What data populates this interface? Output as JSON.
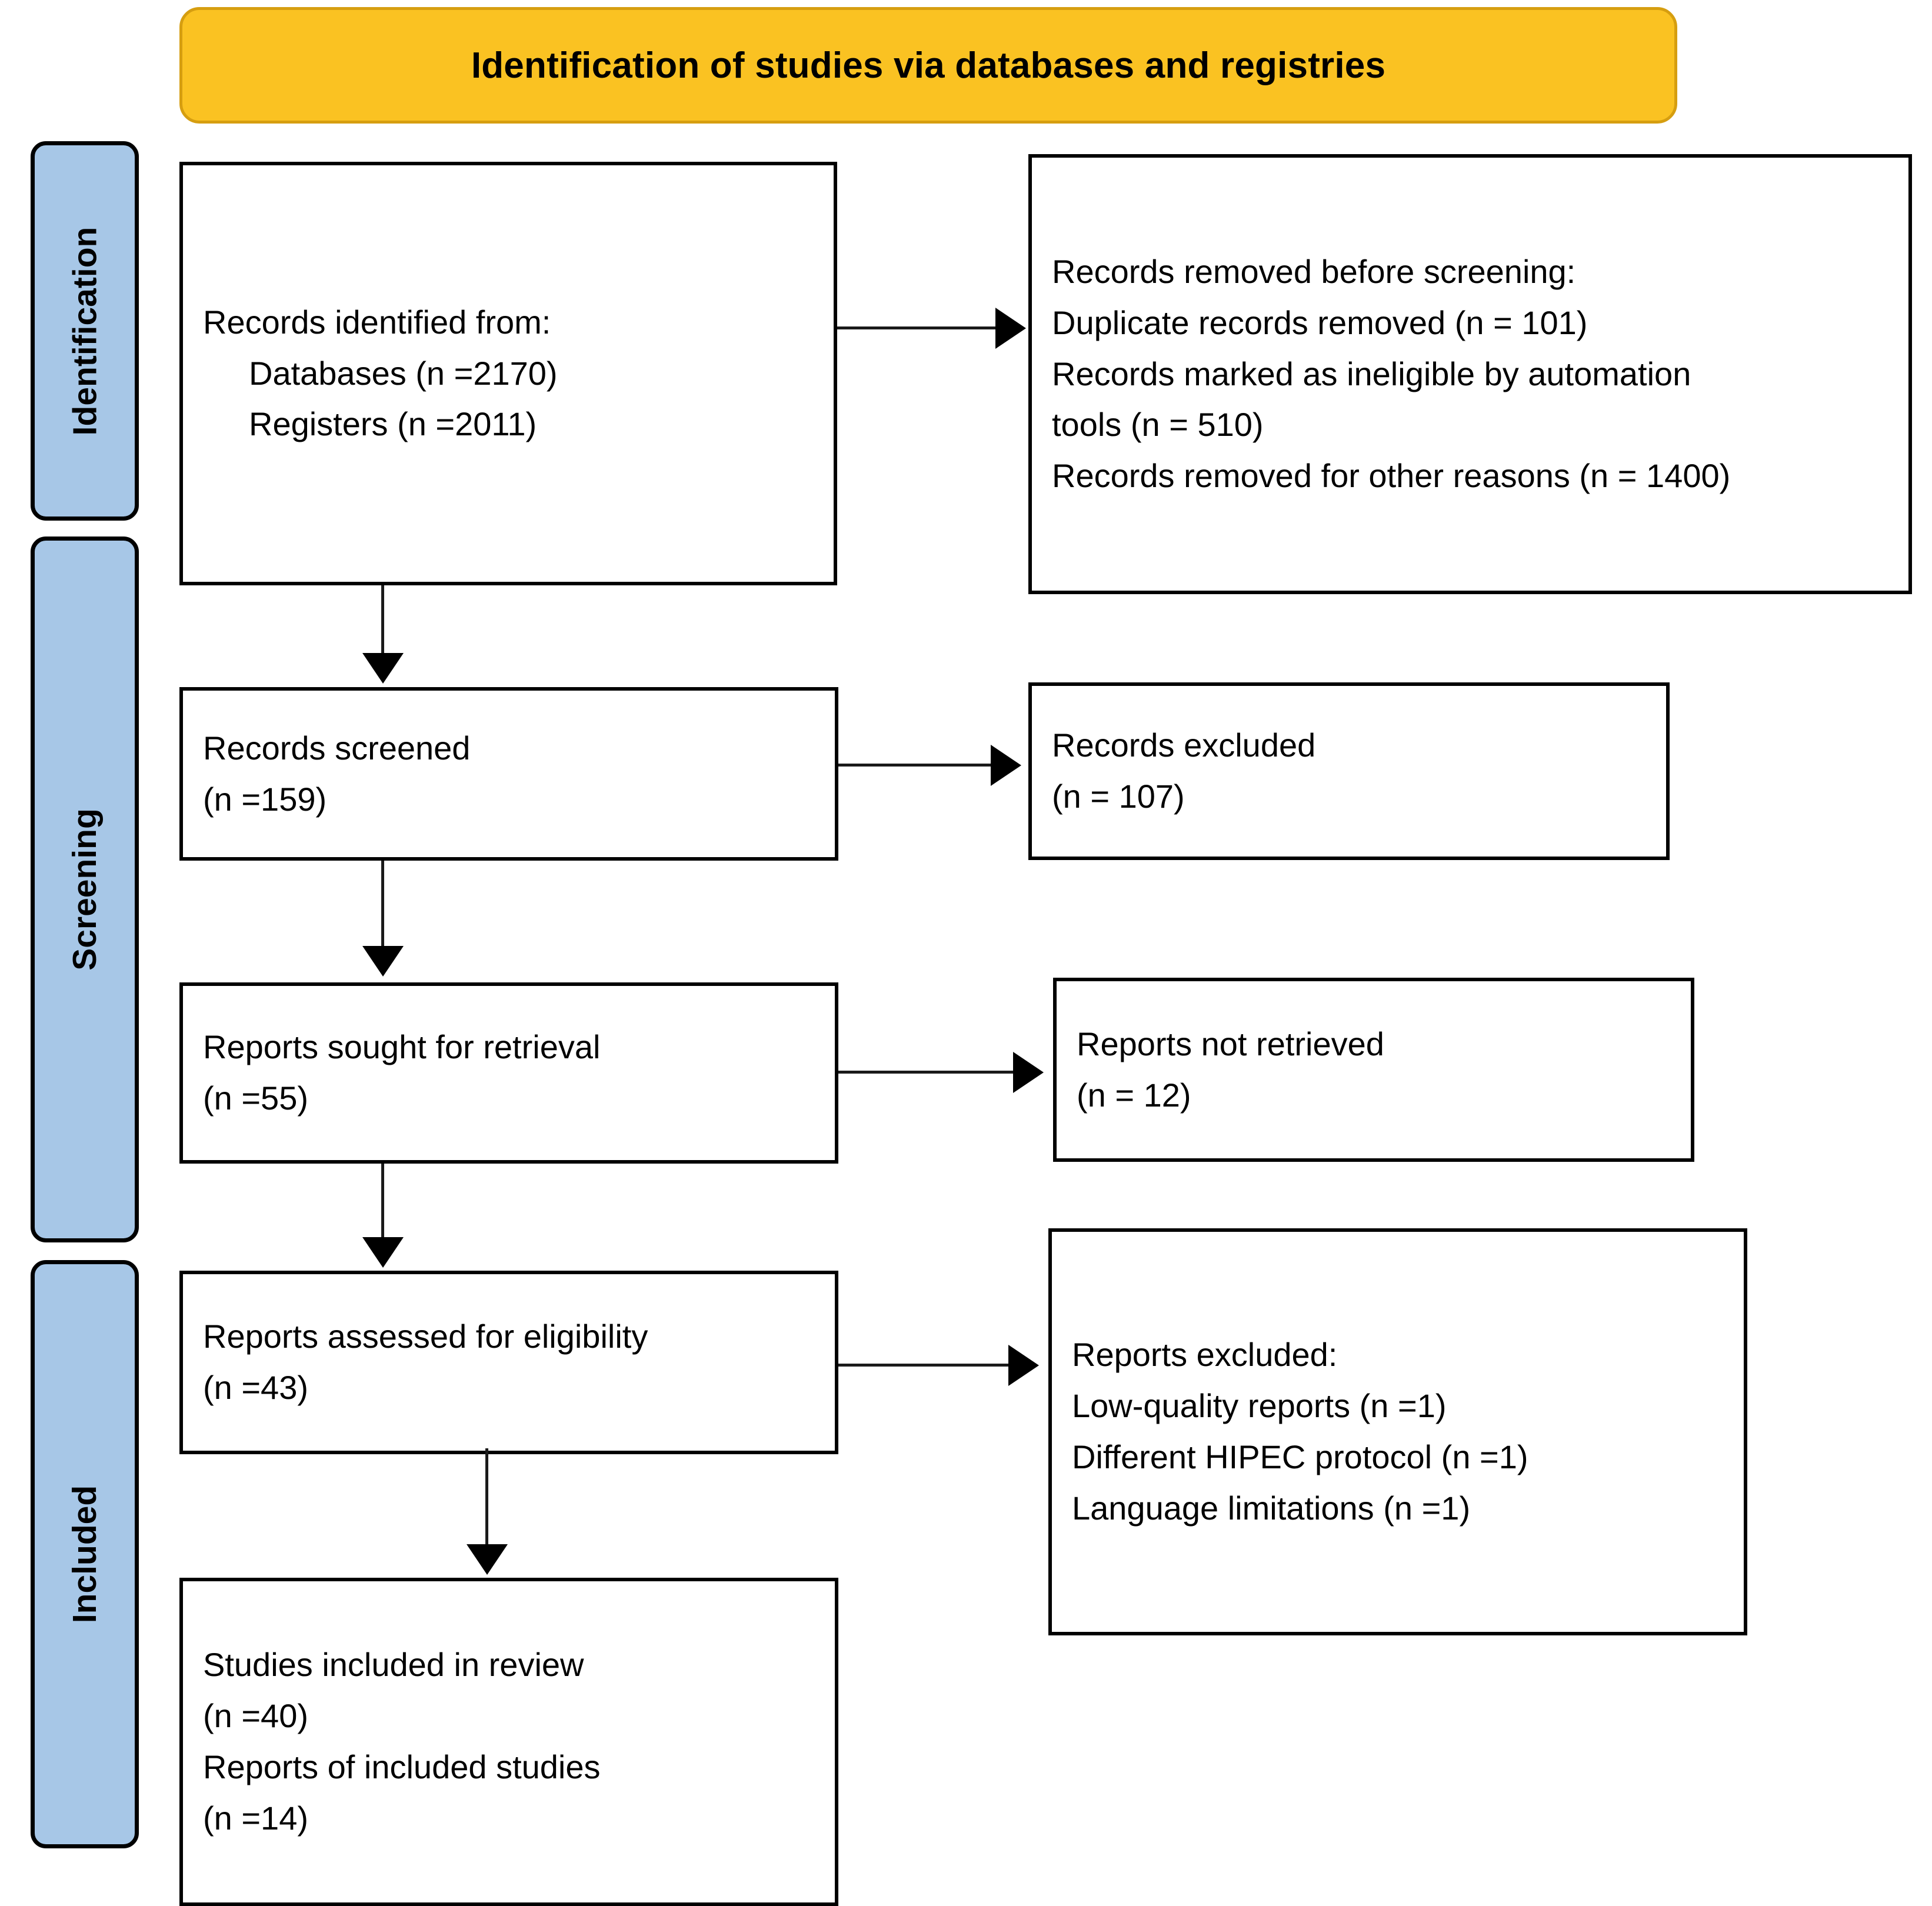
{
  "banner": {
    "title": "Identification of studies via databases and registries"
  },
  "stages": [
    {
      "key": "identification",
      "label": "Identification"
    },
    {
      "key": "screening",
      "label": "Screening"
    },
    {
      "key": "included",
      "label": "Included"
    }
  ],
  "boxes": {
    "identified": {
      "line1": "Records identified from:",
      "line2": "Databases (n =2170)",
      "line3": "Registers (n =2011)"
    },
    "removed": {
      "heading_prefix": "Records removed ",
      "heading_italic": "before screening",
      "heading_suffix": ":",
      "line2": "Duplicate records removed (n = 101)",
      "line3": "Records marked as ineligible by automation",
      "line4": "tools (n = 510)",
      "line5": "Records removed for other reasons (n = 1400)"
    },
    "screened": {
      "line1": "Records screened",
      "line2": "(n =159)"
    },
    "excluded": {
      "line1": "Records excluded",
      "line2": "(n = 107)"
    },
    "sought": {
      "line1": "Reports sought for retrieval",
      "line2": "(n =55)"
    },
    "not_retrieved": {
      "line1": "Reports not retrieved",
      "line2": "(n = 12)"
    },
    "assessed": {
      "line1": "Reports assessed for eligibility",
      "line2": "(n =43)"
    },
    "reports_excluded": {
      "line1": "Reports excluded:",
      "line2": "Low-quality reports (n =1)",
      "line3": "Different HIPEC protocol (n =1)",
      "line4": "Language limitations (n =1)"
    },
    "included": {
      "line1": "Studies included in review",
      "line2": "(n =40)",
      "line3": "Reports of included studies",
      "line4": "(n =14)"
    }
  },
  "colors": {
    "banner_fill": "#FAC222",
    "banner_border": "#D69E10",
    "stage_fill": "#A7C7E7",
    "box_border": "#000000",
    "text": "#000000"
  },
  "chart_data": {
    "type": "diagram",
    "title": "Identification of studies via databases and registries",
    "nodes": [
      {
        "id": "identified",
        "stage": "Identification",
        "label": "Records identified from: Databases (n =2170); Registers (n =2011)",
        "databases": 2170,
        "registers": 2011
      },
      {
        "id": "removed",
        "stage": "Identification",
        "label": "Records removed before screening",
        "duplicates_removed": 101,
        "ineligible_by_automation": 510,
        "removed_other_reasons": 1400
      },
      {
        "id": "screened",
        "stage": "Screening",
        "label": "Records screened",
        "n": 159
      },
      {
        "id": "excluded",
        "stage": "Screening",
        "label": "Records excluded",
        "n": 107
      },
      {
        "id": "sought",
        "stage": "Screening",
        "label": "Reports sought for retrieval",
        "n": 55
      },
      {
        "id": "not_retrieved",
        "stage": "Screening",
        "label": "Reports not retrieved",
        "n": 12
      },
      {
        "id": "assessed",
        "stage": "Included",
        "label": "Reports assessed for eligibility",
        "n": 43
      },
      {
        "id": "reports_excluded",
        "stage": "Included",
        "label": "Reports excluded",
        "low_quality_reports": 1,
        "different_hipec_protocol": 1,
        "language_limitations": 1
      },
      {
        "id": "included",
        "stage": "Included",
        "label": "Studies included in review",
        "studies_included": 40,
        "reports_of_included_studies": 14
      }
    ],
    "edges": [
      {
        "from": "identified",
        "to": "removed",
        "direction": "horizontal"
      },
      {
        "from": "identified",
        "to": "screened",
        "direction": "vertical"
      },
      {
        "from": "screened",
        "to": "excluded",
        "direction": "horizontal"
      },
      {
        "from": "screened",
        "to": "sought",
        "direction": "vertical"
      },
      {
        "from": "sought",
        "to": "not_retrieved",
        "direction": "horizontal"
      },
      {
        "from": "sought",
        "to": "assessed",
        "direction": "vertical"
      },
      {
        "from": "assessed",
        "to": "reports_excluded",
        "direction": "horizontal"
      },
      {
        "from": "assessed",
        "to": "included",
        "direction": "vertical"
      }
    ]
  }
}
